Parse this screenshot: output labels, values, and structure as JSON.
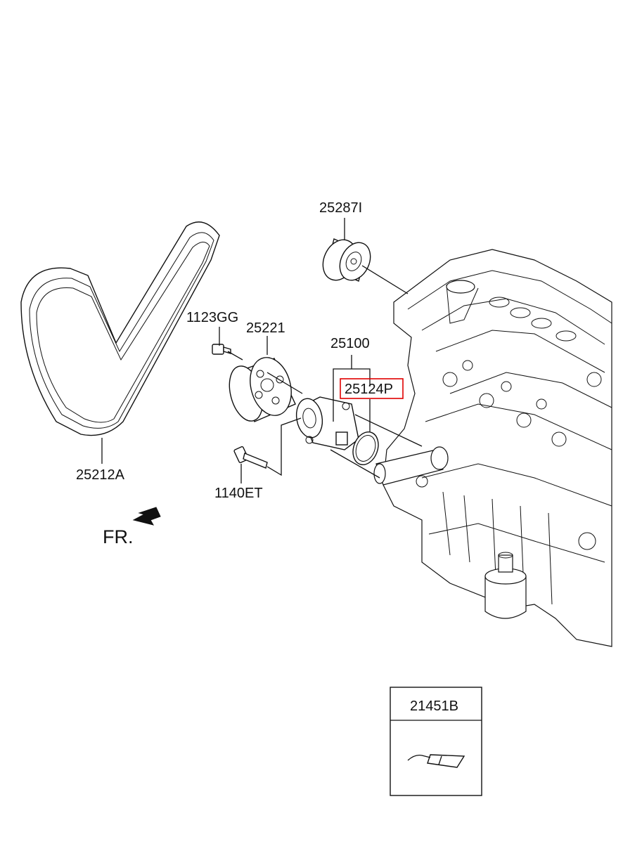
{
  "labels": {
    "idler_pulley": "25287I",
    "bolt_top": "1123GG",
    "water_pump_pulley": "25221",
    "water_pump_assy": "25100",
    "gasket": "25124P",
    "drive_belt": "25212A",
    "bolt_bottom": "1140ET",
    "front_indicator": "FR.",
    "sealant_box": "21451B"
  },
  "highlight_color": "#e00000"
}
